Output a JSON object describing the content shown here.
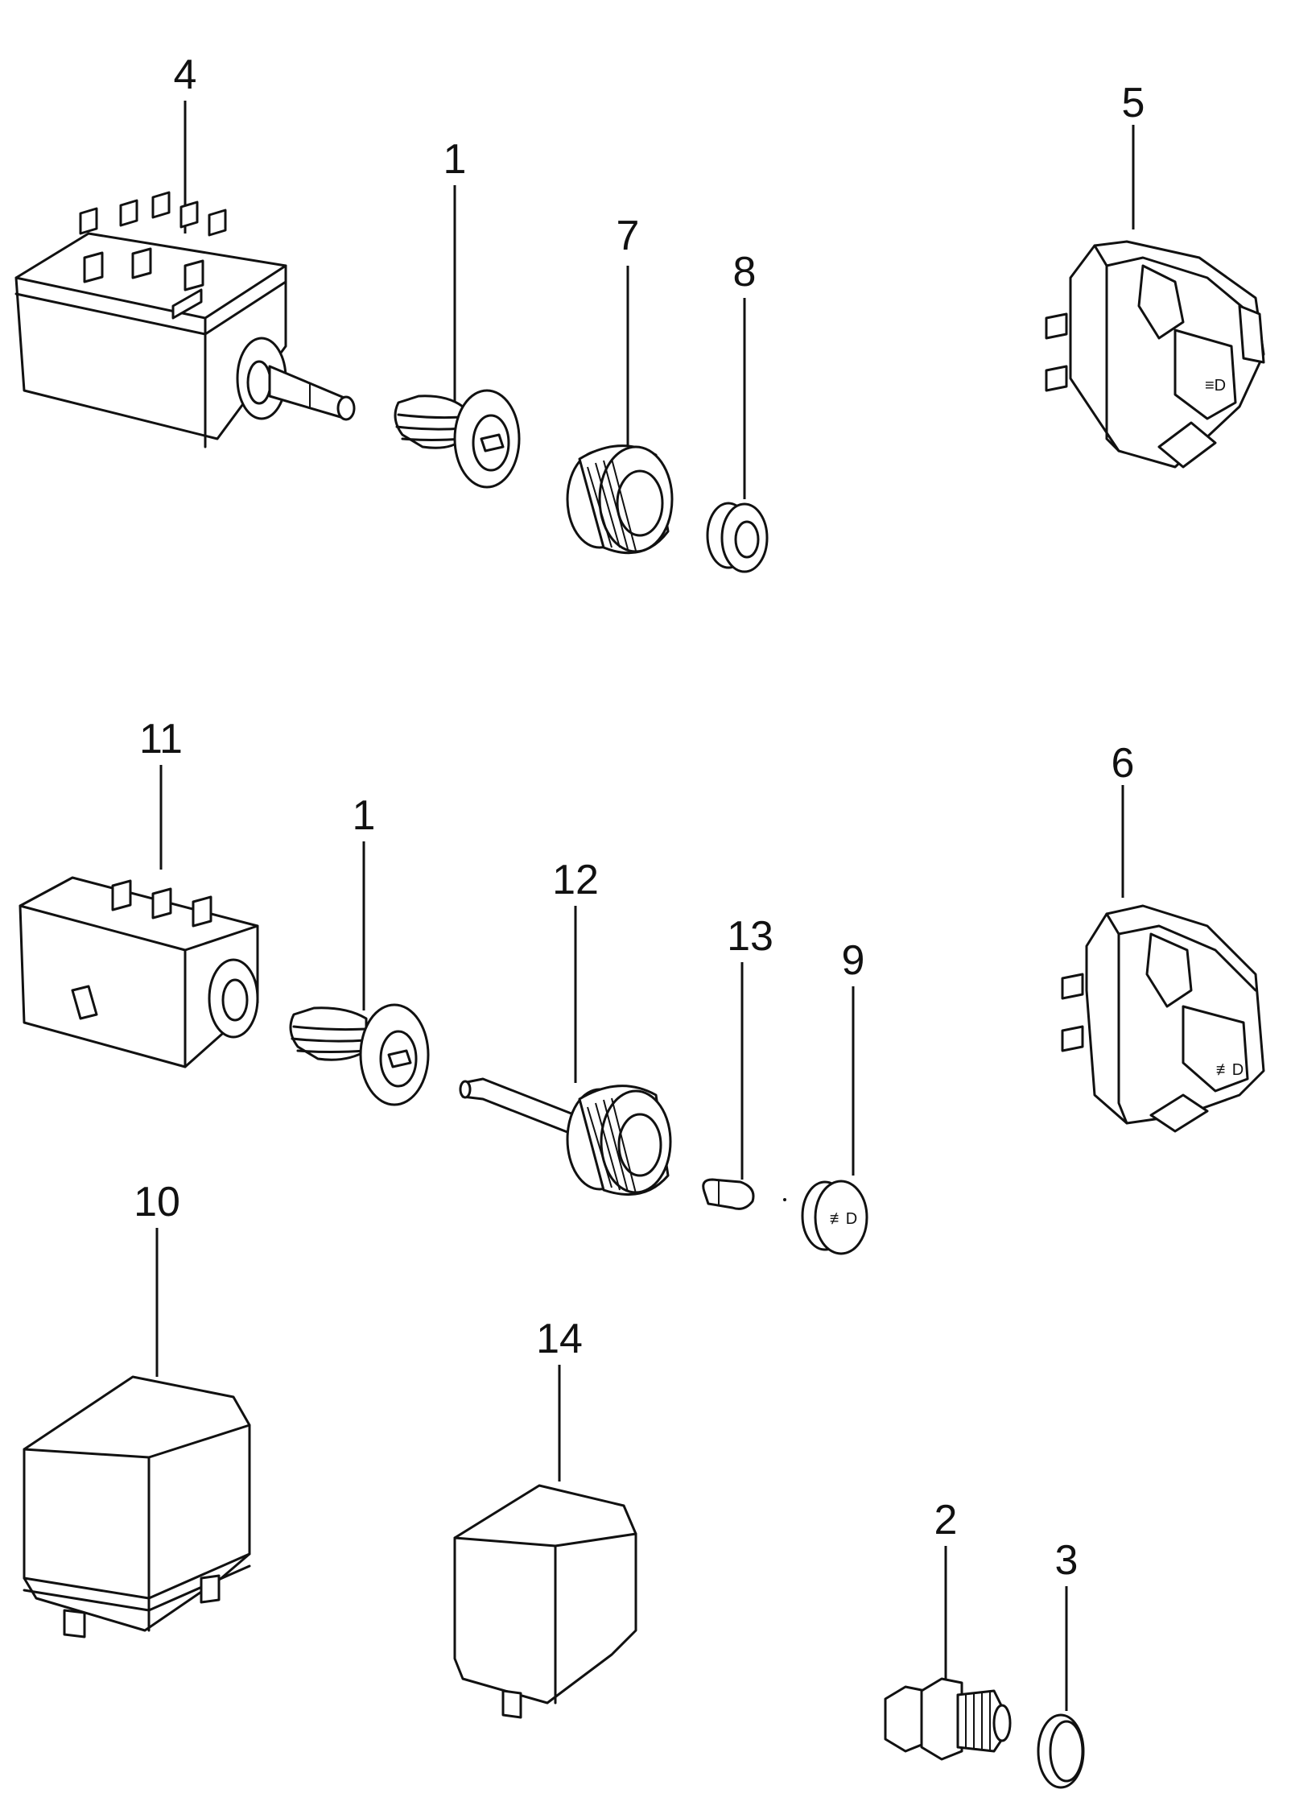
{
  "labels": {
    "part_1a": "1",
    "part_1b": "1",
    "part_2": "2",
    "part_3": "3",
    "part_4": "4",
    "part_5": "5",
    "part_6": "6",
    "part_7": "7",
    "part_8": "8",
    "part_9": "9",
    "part_10": "10",
    "part_11": "11",
    "part_12": "12",
    "part_13": "13",
    "part_14": "14"
  },
  "switch_symbols": {
    "switch_5": "≡D",
    "switch_6": "≢D",
    "cap_9": "≢D"
  }
}
